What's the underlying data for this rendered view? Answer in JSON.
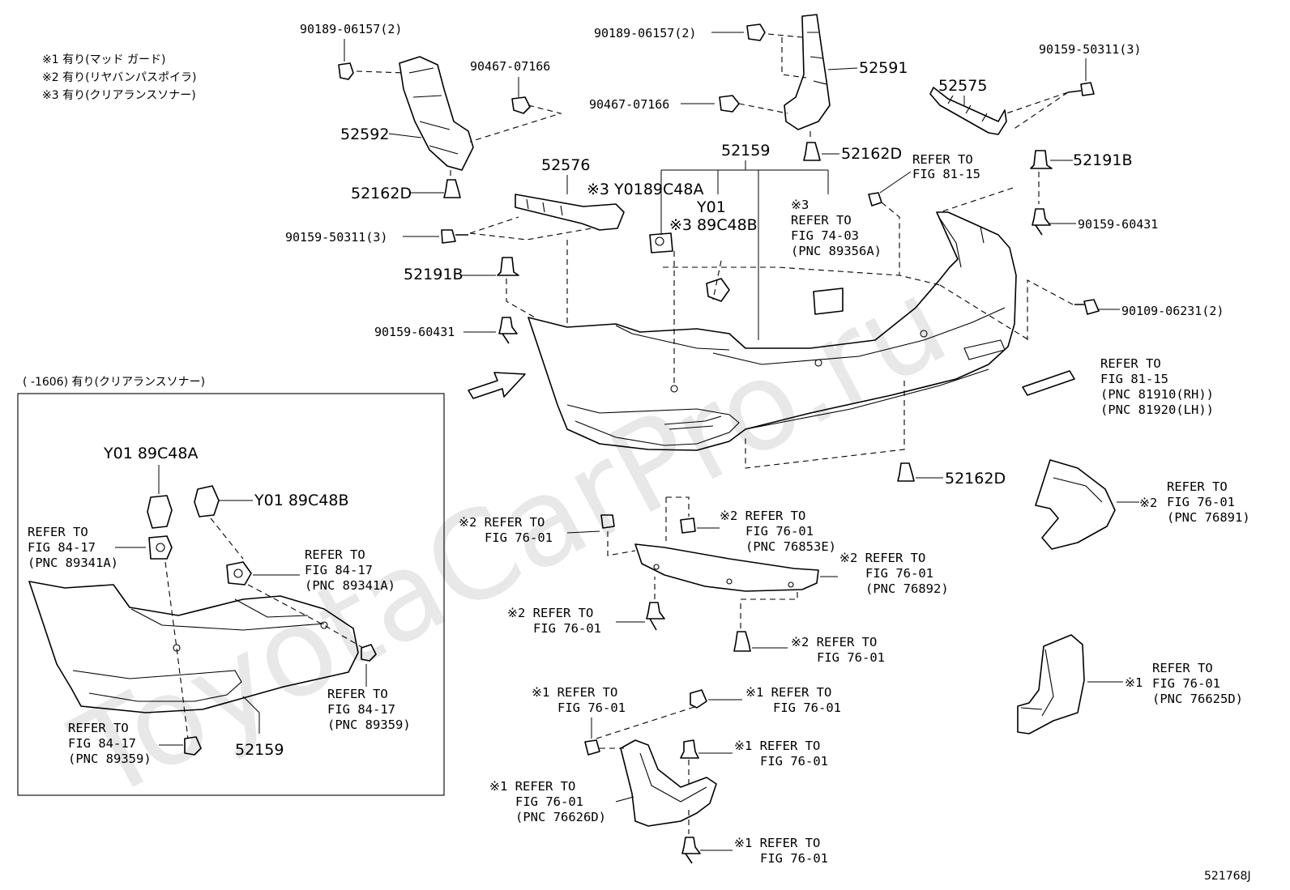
{
  "legend": [
    "※1 有り(マッド ガード)",
    "※2 有り(リヤバンパスポイラ)",
    "※3 有り(クリアランスソナー)"
  ],
  "inset_title": "(      -1606) 有り(クリアランスソナー)",
  "watermark": "ToyotaCarPro.ru",
  "diagram_code": "521768J",
  "parts": {
    "p52592": "52592",
    "p52591": "52591",
    "p52575": "52575",
    "p52576": "52576",
    "p52159": "52159",
    "p52162D_a": "52162D",
    "p52162D_b": "52162D",
    "p52162D_c": "52162D",
    "p52191B_a": "52191B",
    "p52191B_b": "52191B",
    "p90189_a": "90189-06157(2)",
    "p90189_b": "90189-06157(2)",
    "p90467_a": "90467-07166",
    "p90467_b": "90467-07166",
    "p90159_50311_a": "90159-50311(3)",
    "p90159_50311_b": "90159-50311(3)",
    "p90159_60431_a": "90159-60431",
    "p90159_60431_b": "90159-60431",
    "p90109": "90109-06231(2)",
    "y01_48a_main": "※3 Y0189C48A",
    "y01_48b_main_1": "Y01",
    "y01_48b_main_2": "※3 89C48B",
    "inset_y01_48a": "Y01 89C48A",
    "inset_y01_48b": "Y01 89C48B",
    "inset_52159": "52159"
  },
  "refs": {
    "r_74_03": [
      "※3",
      "REFER TO",
      "FIG 74-03",
      "(PNC 89356A)"
    ],
    "r_81_15_top": [
      "REFER TO",
      "FIG 81-15"
    ],
    "r_81_15_side": [
      "REFER TO",
      "FIG 81-15",
      "(PNC 81910(RH))",
      "(PNC 81920(LH))"
    ],
    "r_76_01_a": [
      "※2 REFER TO",
      "FIG 76-01"
    ],
    "r_76_01_b": [
      "※2 REFER TO",
      "FIG 76-01",
      "(PNC 76853E)"
    ],
    "r_76_01_c": [
      "※2 REFER TO",
      "FIG 76-01",
      "(PNC 76892)"
    ],
    "r_76_01_d": [
      "※2 REFER TO",
      "FIG 76-01"
    ],
    "r_76_01_e": [
      "※2 REFER TO",
      "FIG 76-01"
    ],
    "r_76_01_f": [
      "REFER TO",
      "FIG 76-01",
      "(PNC 76891)"
    ],
    "r_76_01_f_mark": "※2",
    "r_76_01_g": [
      "※1 REFER TO",
      "FIG 76-01"
    ],
    "r_76_01_h": [
      "※1 REFER TO",
      "FIG 76-01"
    ],
    "r_76_01_i": [
      "※1 REFER TO",
      "FIG 76-01"
    ],
    "r_76_01_j": [
      "※1 REFER TO",
      "FIG 76-01",
      "(PNC 76626D)"
    ],
    "r_76_01_k": [
      "※1 REFER TO",
      "FIG 76-01"
    ],
    "r_76_01_l": [
      "REFER TO",
      "FIG 76-01",
      "(PNC 76625D)"
    ],
    "r_76_01_l_mark": "※1",
    "r_84_17_a": [
      "REFER TO",
      "FIG 84-17",
      "(PNC 89341A)"
    ],
    "r_84_17_b": [
      "REFER TO",
      "FIG 84-17",
      "(PNC 89341A)"
    ],
    "r_84_17_c": [
      "REFER TO",
      "FIG 84-17",
      "(PNC 89359)"
    ],
    "r_84_17_d": [
      "REFER TO",
      "FIG 84-17",
      "(PNC 89359)"
    ]
  }
}
